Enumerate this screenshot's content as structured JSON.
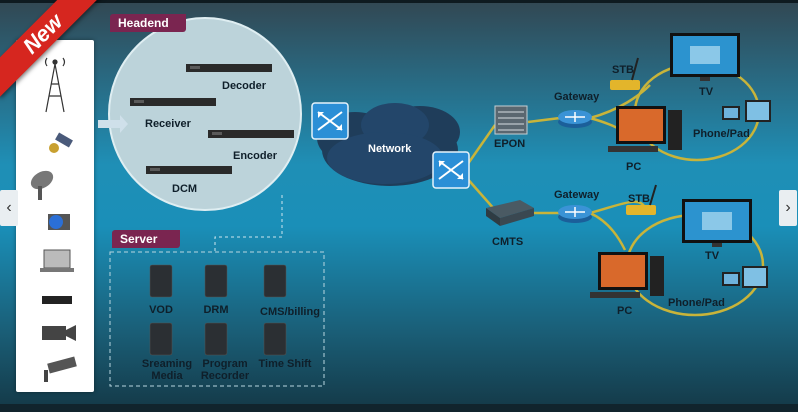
{
  "badge": "New",
  "headend": {
    "title": "Headend",
    "devices": [
      "Decoder",
      "Receiver",
      "Encoder",
      "DCM"
    ]
  },
  "server": {
    "title": "Server",
    "items": [
      "VOD",
      "DRM",
      "CMS/billing",
      "Sreaming Media",
      "Program Recorder",
      "Time Shift"
    ]
  },
  "network": {
    "cloud_label": "Network",
    "top": {
      "access": "EPON",
      "gateway": "Gateway",
      "stb": "STB",
      "tv": "TV",
      "pc": "PC",
      "phone": "Phone/Pad"
    },
    "bottom": {
      "access": "CMTS",
      "gateway": "Gateway",
      "stb": "STB",
      "tv": "TV",
      "pc": "PC",
      "phone": "Phone/Pad"
    }
  },
  "sources": [
    "antenna-tower-icon",
    "satellite-icon",
    "satellite-dish-icon",
    "disc-player-icon",
    "laptop-icon",
    "set-top-box-icon",
    "video-camera-icon",
    "security-camera-icon"
  ],
  "nav": {
    "prev": "‹",
    "next": "›"
  },
  "colors": {
    "tag": "#7a2550",
    "ribbon": "#d6261f",
    "link": "#c8b43a",
    "switch": "#2b8fd6"
  }
}
